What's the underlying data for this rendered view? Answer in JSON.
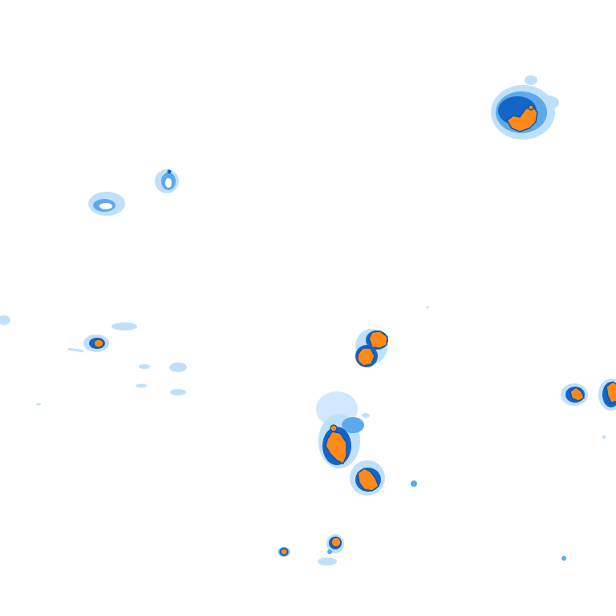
{
  "map": {
    "palette": {
      "background": "#ffffff",
      "light": "#bfe0fa",
      "mid": "#5ea9ec",
      "heavy": "#1565c8",
      "core": "#ff8a17",
      "core_outline": "#1055b0"
    },
    "cells": [
      {
        "id": "cell-ne-large",
        "intensity": "core"
      },
      {
        "id": "cell-nw-1",
        "intensity": "light"
      },
      {
        "id": "cell-nw-2",
        "intensity": "mid"
      },
      {
        "id": "cell-w-edge",
        "intensity": "light"
      },
      {
        "id": "cell-w-1",
        "intensity": "core"
      },
      {
        "id": "cell-w-scatter",
        "intensity": "light"
      },
      {
        "id": "cell-center-n",
        "intensity": "core"
      },
      {
        "id": "cell-center-s",
        "intensity": "core"
      },
      {
        "id": "cell-center-se",
        "intensity": "core"
      },
      {
        "id": "cell-e-1",
        "intensity": "core"
      },
      {
        "id": "cell-e-2",
        "intensity": "core"
      },
      {
        "id": "cell-s-1",
        "intensity": "core"
      },
      {
        "id": "cell-s-2",
        "intensity": "core"
      },
      {
        "id": "cell-s-dots",
        "intensity": "mid"
      }
    ]
  }
}
